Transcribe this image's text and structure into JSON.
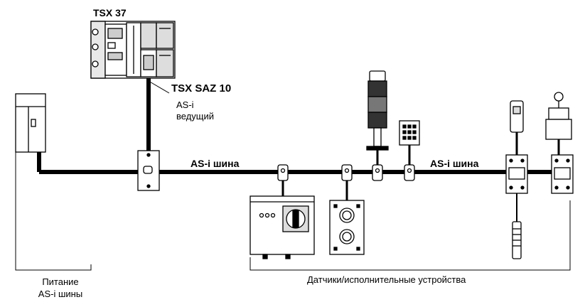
{
  "labels": {
    "plc_model": "TSX 37",
    "master_module": "TSX SAZ 10",
    "master_role_line1": "AS-i",
    "master_role_line2": "ведущий",
    "bus_label_left": "AS-i  шина",
    "bus_label_right": "AS-i  шина",
    "power_supply_line1": "Питание",
    "power_supply_line2": "AS-i шины",
    "sensors_actuators": "Датчики/исполнительные  устройства"
  },
  "icons": [
    "plc-icon",
    "power-supply-icon",
    "master-interface-icon",
    "bus-tee-connector-icon",
    "motor-starter-icon",
    "pushbutton-station-icon",
    "signal-tower-icon",
    "keypad-icon",
    "io-module-icon",
    "proximity-sensor-icon",
    "limit-switch-icon"
  ]
}
